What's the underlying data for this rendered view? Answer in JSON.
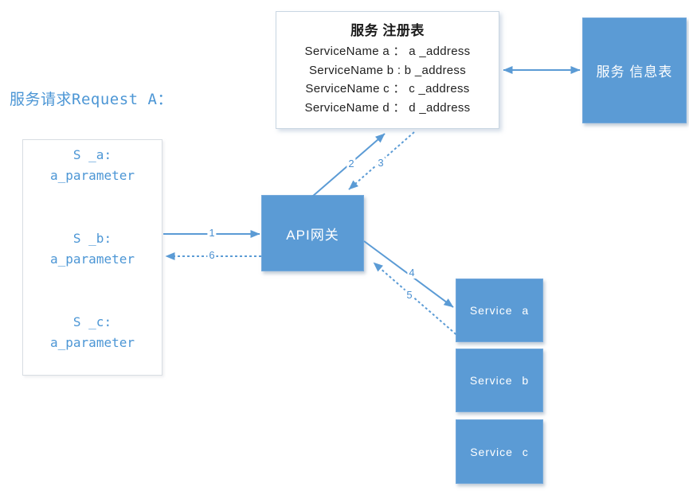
{
  "heading": {
    "text": "服务请求Request A："
  },
  "registry": {
    "title": "服务 注册表",
    "entries": [
      "ServiceName a ： a _address",
      "ServiceName b :  b _address",
      "ServiceName c ： c _address",
      "ServiceName d ： d _address"
    ]
  },
  "info_table": {
    "label": "服务 信息表"
  },
  "gateway": {
    "label": "API网关"
  },
  "request_box": {
    "items": [
      {
        "name": "S _a:",
        "param": "a_parameter"
      },
      {
        "name": "S _b:",
        "param": "a_parameter"
      },
      {
        "name": "S _c:",
        "param": "a_parameter"
      }
    ]
  },
  "services": [
    {
      "label": "Service a"
    },
    {
      "label": "Service b"
    },
    {
      "label": "Service c"
    }
  ],
  "arrows": {
    "labels": [
      "1",
      "2",
      "3",
      "4",
      "5",
      "6"
    ]
  },
  "colors": {
    "accent_blue": "#5B9BD5",
    "text_blue": "#4C96D5",
    "white_box_border": "#C9D6E2"
  }
}
